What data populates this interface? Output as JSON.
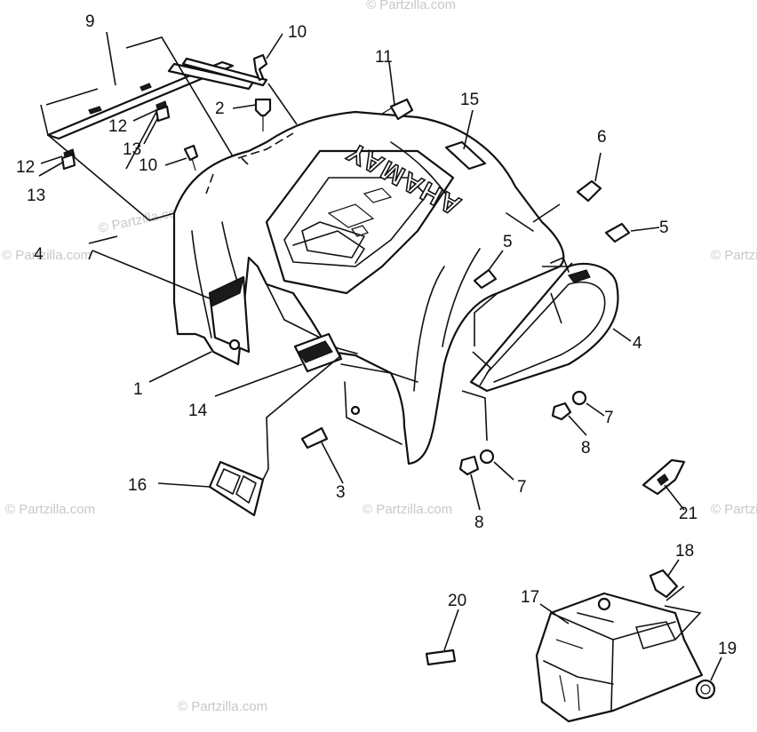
{
  "watermark": "© Partzilla.com",
  "brand_text": "YAMAHA",
  "callouts": {
    "c1": "1",
    "c2": "2",
    "c3": "3",
    "c4": "4",
    "c5a": "5",
    "c5b": "5",
    "c6": "6",
    "c7a": "7",
    "c7b": "7",
    "c8a": "8",
    "c8b": "8",
    "c9": "9",
    "c10a": "10",
    "c10b": "10",
    "c11": "11",
    "c12a": "12",
    "c12b": "12",
    "c13a": "13",
    "c13b": "13",
    "c14": "14",
    "c15": "15",
    "c16": "16",
    "c17": "17",
    "c18": "18",
    "c19": "19",
    "c20": "20",
    "c21": "21"
  }
}
